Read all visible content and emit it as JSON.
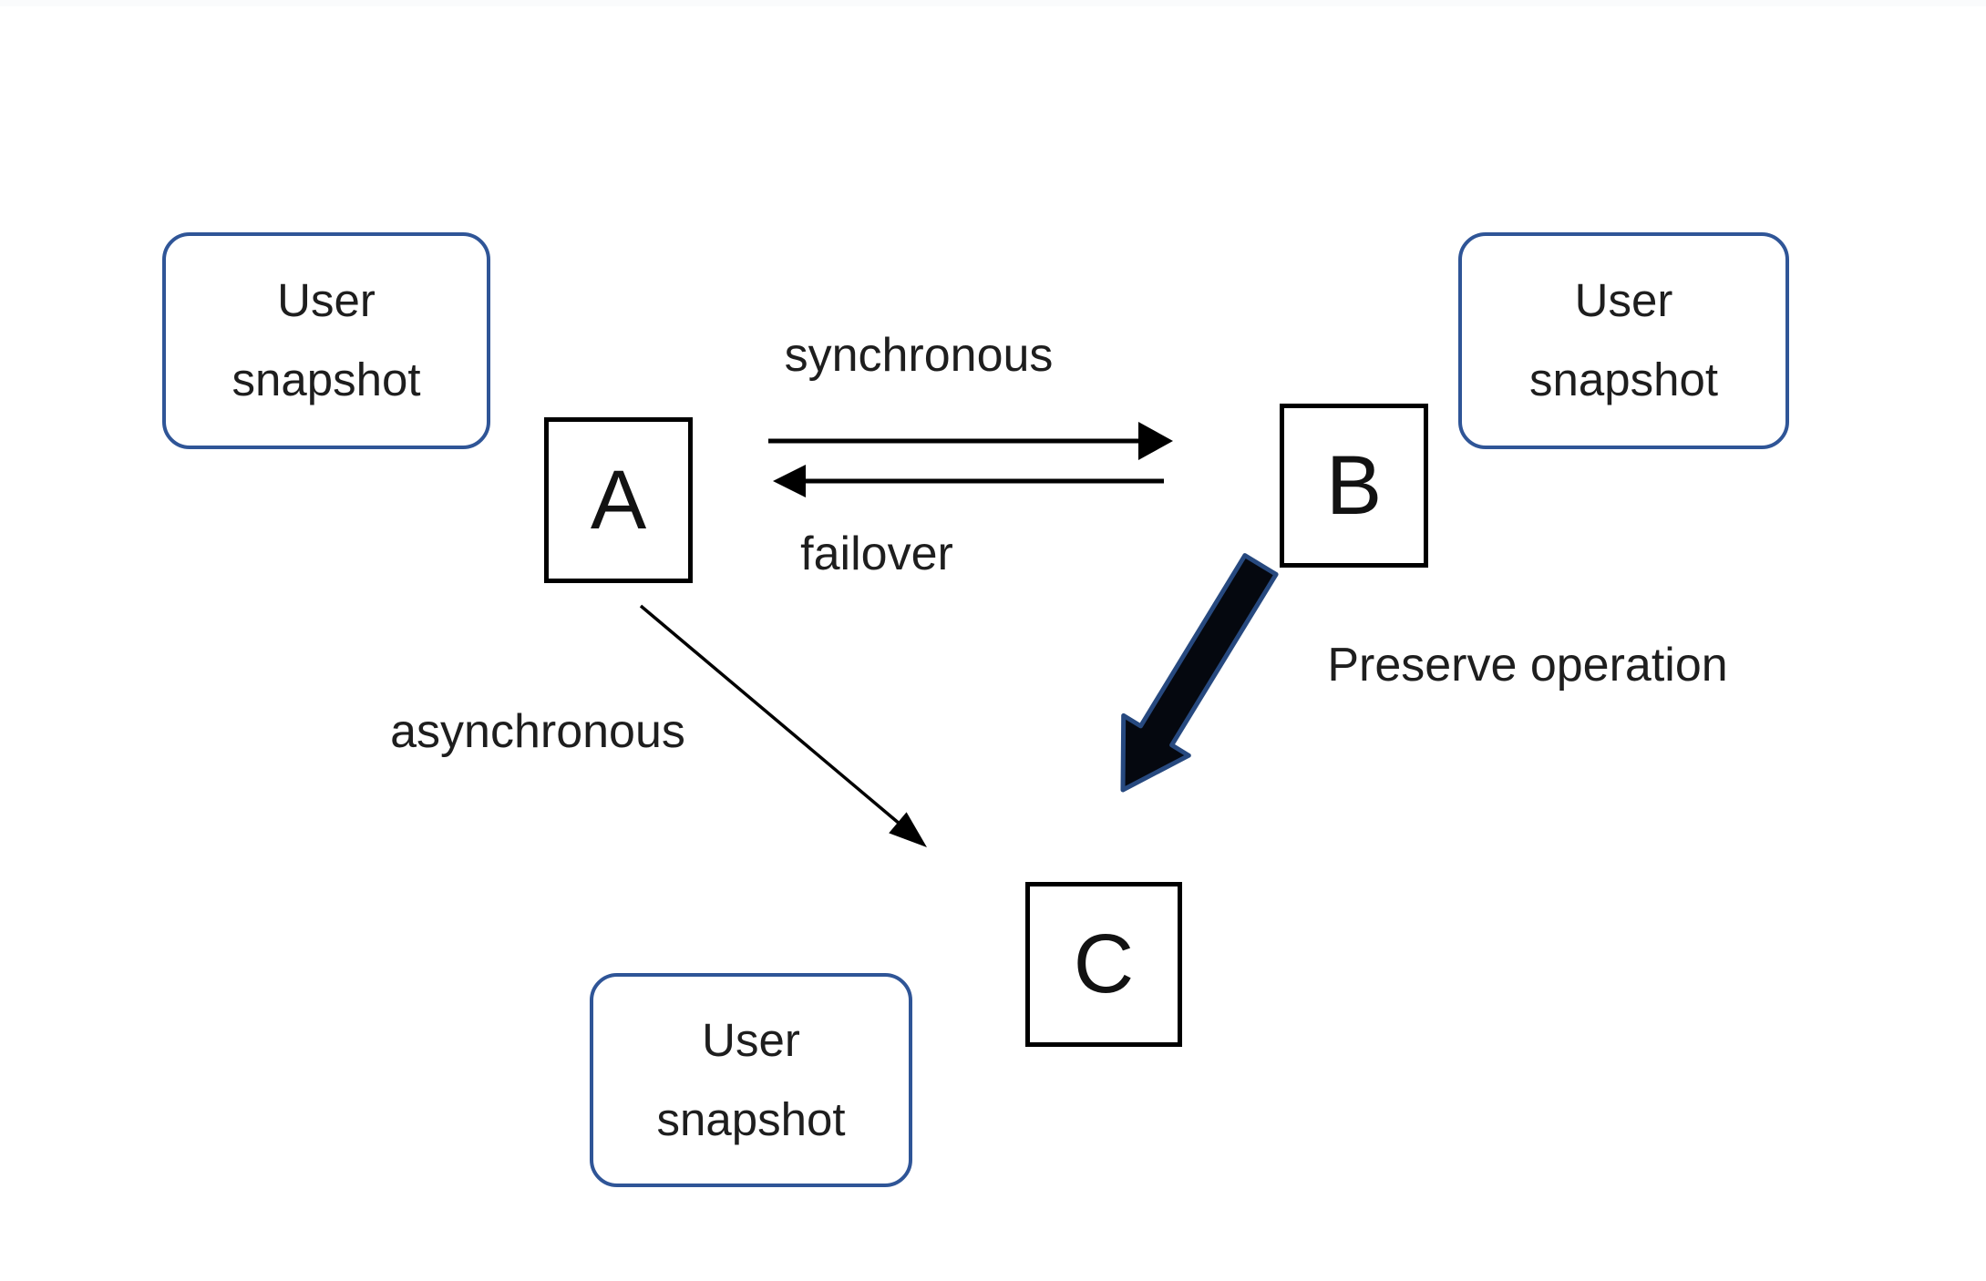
{
  "nodes": [
    {
      "id": "A",
      "label": "A"
    },
    {
      "id": "B",
      "label": "B"
    },
    {
      "id": "C",
      "label": "C"
    }
  ],
  "snapshots": [
    {
      "position": "top-left",
      "line1": "User",
      "line2": "snapshot"
    },
    {
      "position": "top-right",
      "line1": "User",
      "line2": "snapshot"
    },
    {
      "position": "bottom",
      "line1": "User",
      "line2": "snapshot"
    }
  ],
  "edges": {
    "synchronous": {
      "from": "A",
      "to": "B",
      "label": "synchronous",
      "style": "thin-black-arrow-right"
    },
    "failover": {
      "from": "B",
      "to": "A",
      "label": "failover",
      "style": "thin-black-arrow-left"
    },
    "asynchronous": {
      "from": "A",
      "to": "C",
      "label": "asynchronous",
      "style": "thin-black-arrow-diagonal"
    },
    "preserve_operation": {
      "from": "B",
      "to": "C",
      "label": "Preserve operation",
      "style": "thick-black-arrow-blue-outline"
    }
  },
  "colors": {
    "snapshot_border": "#2F5597",
    "node_border": "#000000",
    "arrow": "#000000",
    "preserve_arrow_fill": "#05080F",
    "preserve_arrow_outline": "#27497F",
    "text": "#1E1E1E",
    "background": "#FFFFFF"
  }
}
